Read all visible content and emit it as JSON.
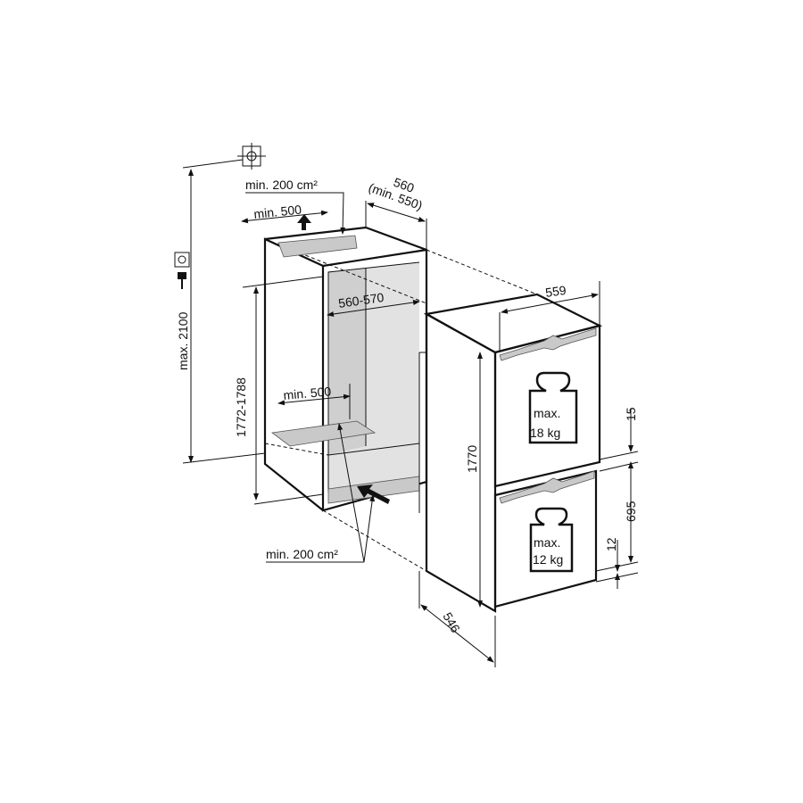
{
  "diagram": {
    "labels": {
      "top_vent_area": "min. 200 cm²",
      "top_vent_width": "min. 500",
      "niche_depth": "560",
      "niche_depth_min": "(min. 550)",
      "niche_width": "560-570",
      "max_height": "max. 2100",
      "niche_height": "1772-1788",
      "bottom_vent_width": "min. 500",
      "bottom_vent_area": "min. 200 cm²",
      "appliance_height": "1770",
      "appliance_width": "559",
      "appliance_depth": "546",
      "door_gap_top": "15",
      "lower_door_height": "695",
      "door_gap_bottom": "12",
      "upper_load_line1": "max.",
      "upper_load_line2": "18 kg",
      "lower_load_line1": "max.",
      "lower_load_line2": "12 kg"
    },
    "icons": [
      "water-connection-icon",
      "power-socket-icon",
      "power-plug-icon",
      "weight-icon",
      "airflow-arrow-icon"
    ]
  }
}
